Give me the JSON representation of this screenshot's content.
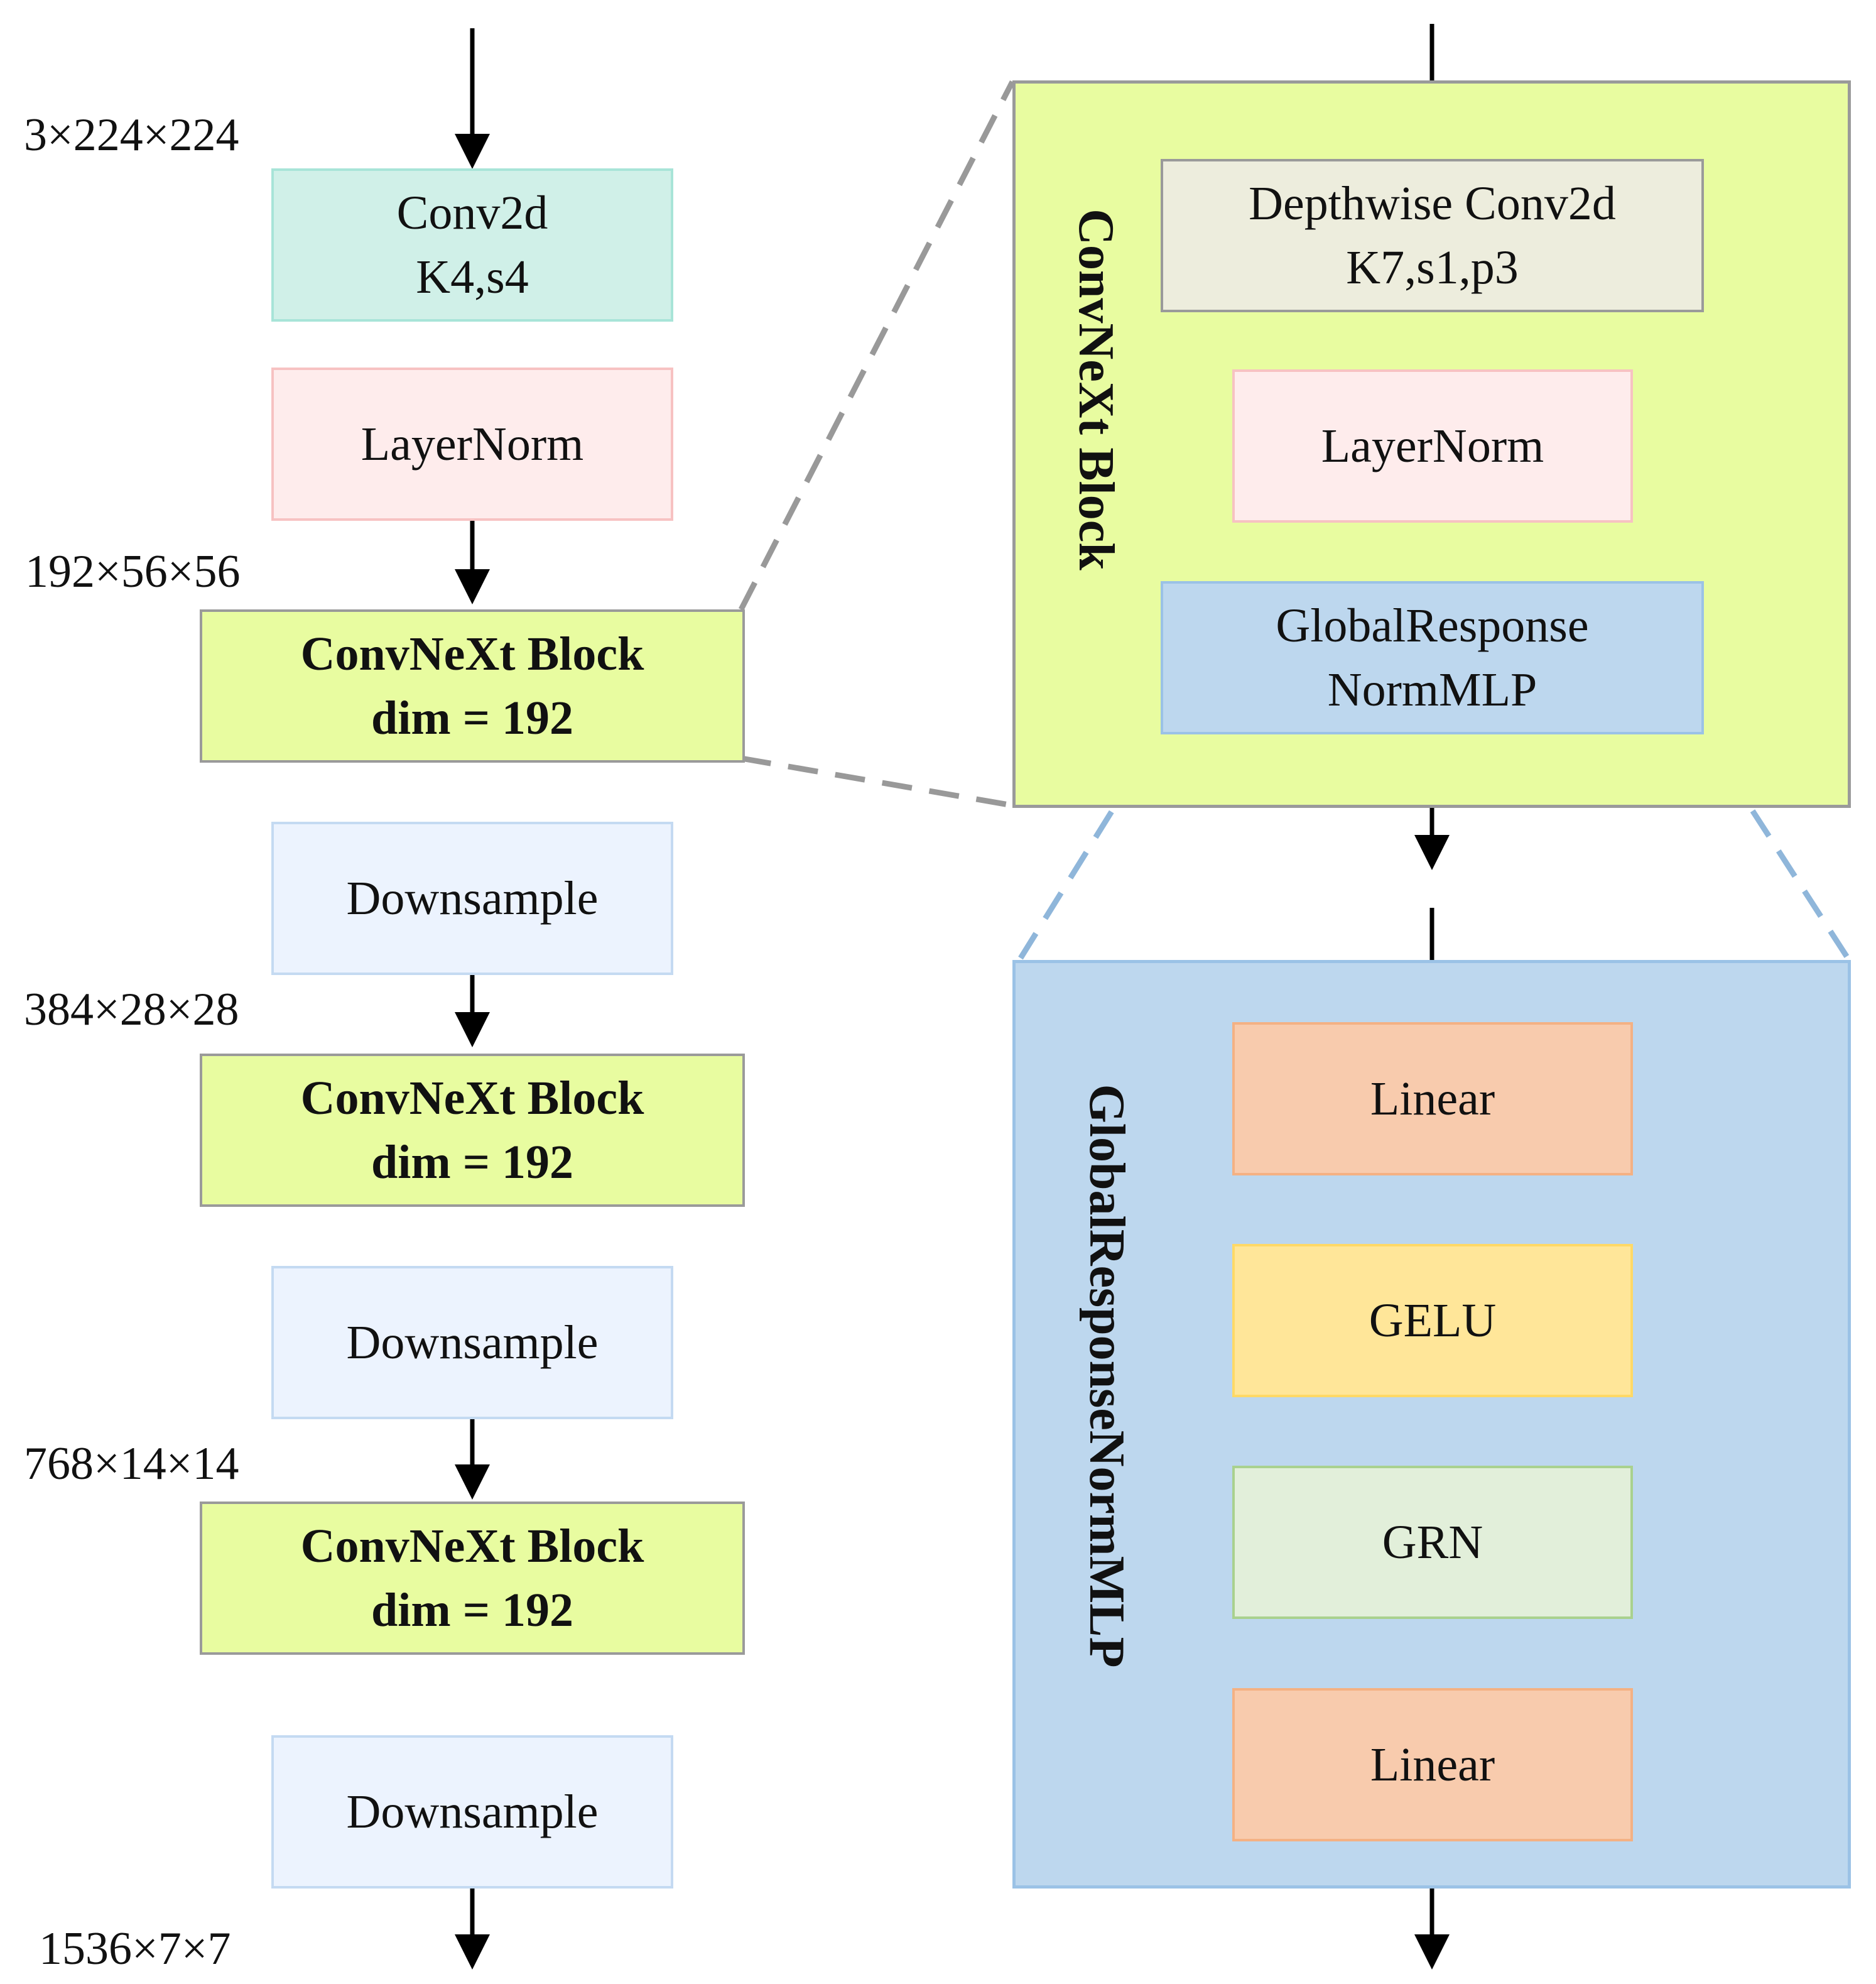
{
  "backbone": {
    "input_dim": "3×224×224",
    "stem_conv": {
      "line1": "Conv2d",
      "line2": "K4,s4"
    },
    "stem_norm": "LayerNorm",
    "dim1": "192×56×56",
    "block1": {
      "line1": "ConvNeXt Block",
      "line2": "dim = 192"
    },
    "downsample1": "Downsample",
    "dim2": "384×28×28",
    "block2": {
      "line1": "ConvNeXt Block",
      "line2": "dim = 192"
    },
    "downsample2": "Downsample",
    "dim3": "768×14×14",
    "block3": {
      "line1": "ConvNeXt Block",
      "line2": "dim = 192"
    },
    "downsample3": "Downsample",
    "output_dim": "1536×7×7"
  },
  "convnext_block": {
    "title": "ConvNeXt Block",
    "dwconv": {
      "line1": "Depthwise Conv2d",
      "line2": "K7,s1,p3"
    },
    "norm": "LayerNorm",
    "mlp": {
      "line1": "GlobalResponse",
      "line2": "NormMLP"
    }
  },
  "grn_mlp": {
    "title": "GlobalResponseNormMLP",
    "linear1": "Linear",
    "act": "GELU",
    "grn": "GRN",
    "linear2": "Linear"
  },
  "colors": {
    "conv": "#d0f0e8",
    "norm": "#feecec",
    "block": "#e8fca0",
    "downsample": "#ecf3fe",
    "dwconv": "#ededdd",
    "mlp": "#bdd7ee",
    "linear": "#f8cbad",
    "gelu": "#ffe699",
    "grn": "#e2efda"
  }
}
